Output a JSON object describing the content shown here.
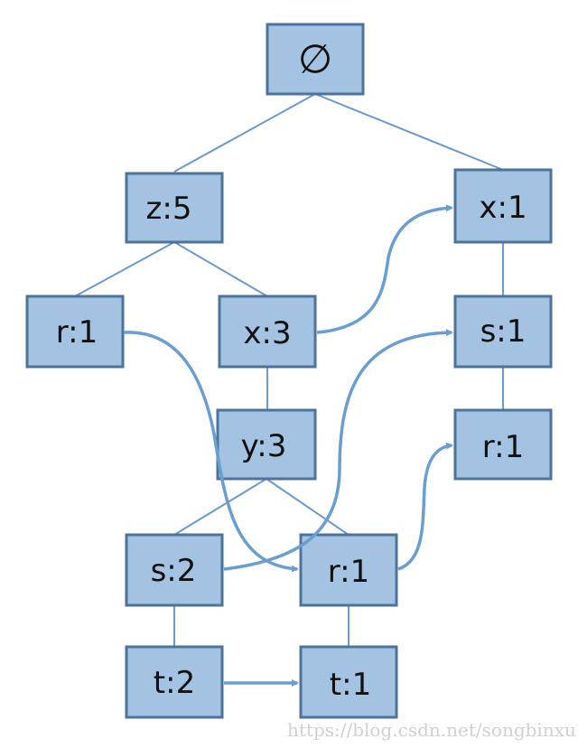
{
  "title": "FP-tree",
  "nodes": {
    "root": "∅",
    "z5": "z:5",
    "x1": "x:1",
    "r1_left": "r:1",
    "x3": "x:3",
    "s1": "s:1",
    "y3": "y:3",
    "r1_right": "r:1",
    "s2": "s:2",
    "r1_mid": "r:1",
    "t2": "t:2",
    "t1": "t:1"
  },
  "watermark": "https://blog.csdn.net/songbinxu"
}
